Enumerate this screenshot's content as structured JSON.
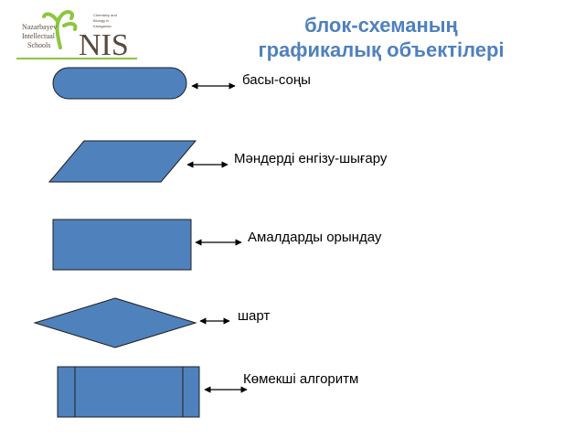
{
  "logo": {
    "org_line1": "Nazarbayev",
    "org_line2": "Intellectual",
    "org_line3": "Schools",
    "acronym": "NIS",
    "tag_line1": "Chemistry and",
    "tag_line2": "Biology in",
    "tag_line3": "Karaganda"
  },
  "title": {
    "line1": "блок-схеманың",
    "line2": "графикалық объектілері"
  },
  "shapes": [
    {
      "kind": "terminator",
      "label": "басы-соңы"
    },
    {
      "kind": "parallelogram",
      "label": "Мәндерді енгізу-шығару"
    },
    {
      "kind": "rectangle",
      "label": "Амалдарды орындау"
    },
    {
      "kind": "diamond",
      "label": "шарт"
    },
    {
      "kind": "subroutine",
      "label": "Көмекші алгоритм"
    }
  ],
  "colors": {
    "shape_fill": "#4f81bd",
    "shape_stroke": "#1f1f1f",
    "title": "#4f81bd",
    "logo_green": "#8dc63f",
    "logo_text": "#5a4a3c"
  }
}
